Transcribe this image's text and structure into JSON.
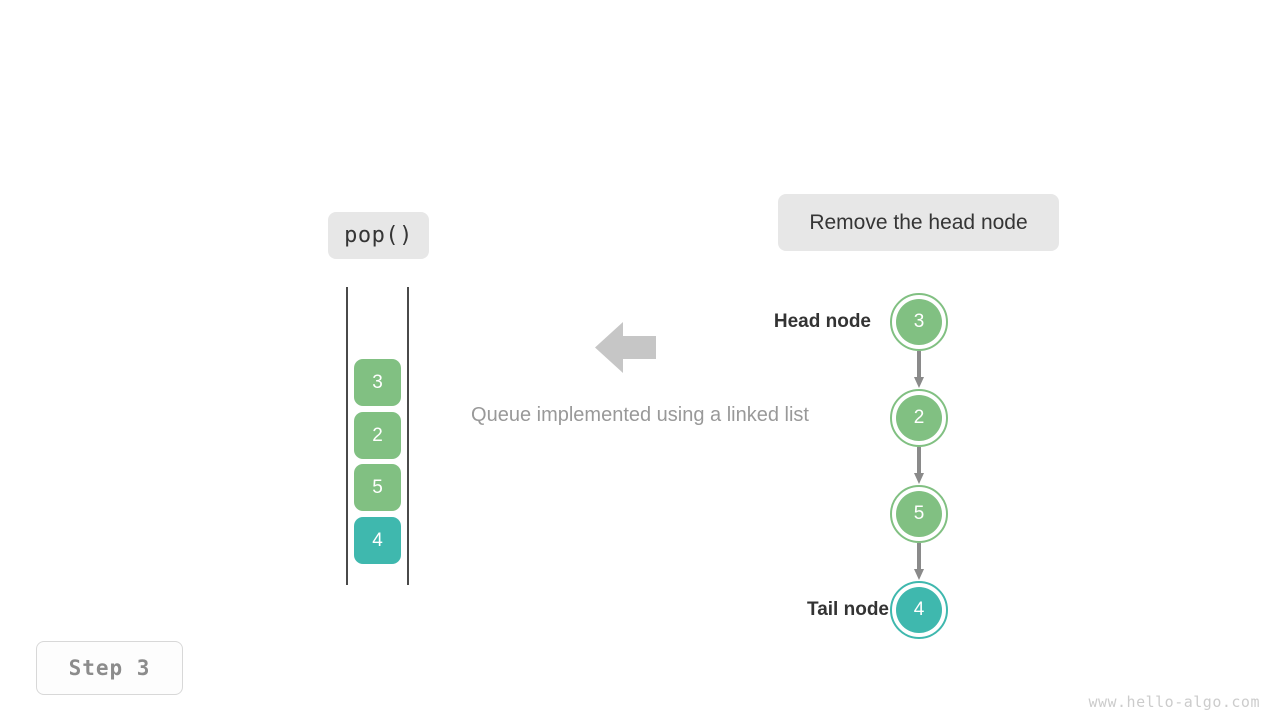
{
  "operation": {
    "label": "pop()"
  },
  "action": {
    "label": "Remove the head node"
  },
  "caption": {
    "text": "Queue implemented using a linked list"
  },
  "step": {
    "label": "Step 3"
  },
  "watermark": {
    "text": "www.hello-algo.com"
  },
  "arrow": {
    "direction": "left",
    "color": "#c6c6c6"
  },
  "queue": {
    "cells": [
      {
        "value": "3",
        "color": "green"
      },
      {
        "value": "2",
        "color": "green"
      },
      {
        "value": "5",
        "color": "green"
      },
      {
        "value": "4",
        "color": "teal"
      }
    ]
  },
  "linked_list": {
    "head_label": "Head node",
    "tail_label": "Tail node",
    "nodes": [
      {
        "value": "3",
        "color": "green"
      },
      {
        "value": "2",
        "color": "green"
      },
      {
        "value": "5",
        "color": "green"
      },
      {
        "value": "4",
        "color": "teal"
      }
    ]
  },
  "colors": {
    "green": "#81c082",
    "teal": "#3fb8ae",
    "connector": "#8a8a8a",
    "tag_background": "#e7e7e7",
    "caption_text": "#999999",
    "watermark_text": "#cccccc"
  }
}
